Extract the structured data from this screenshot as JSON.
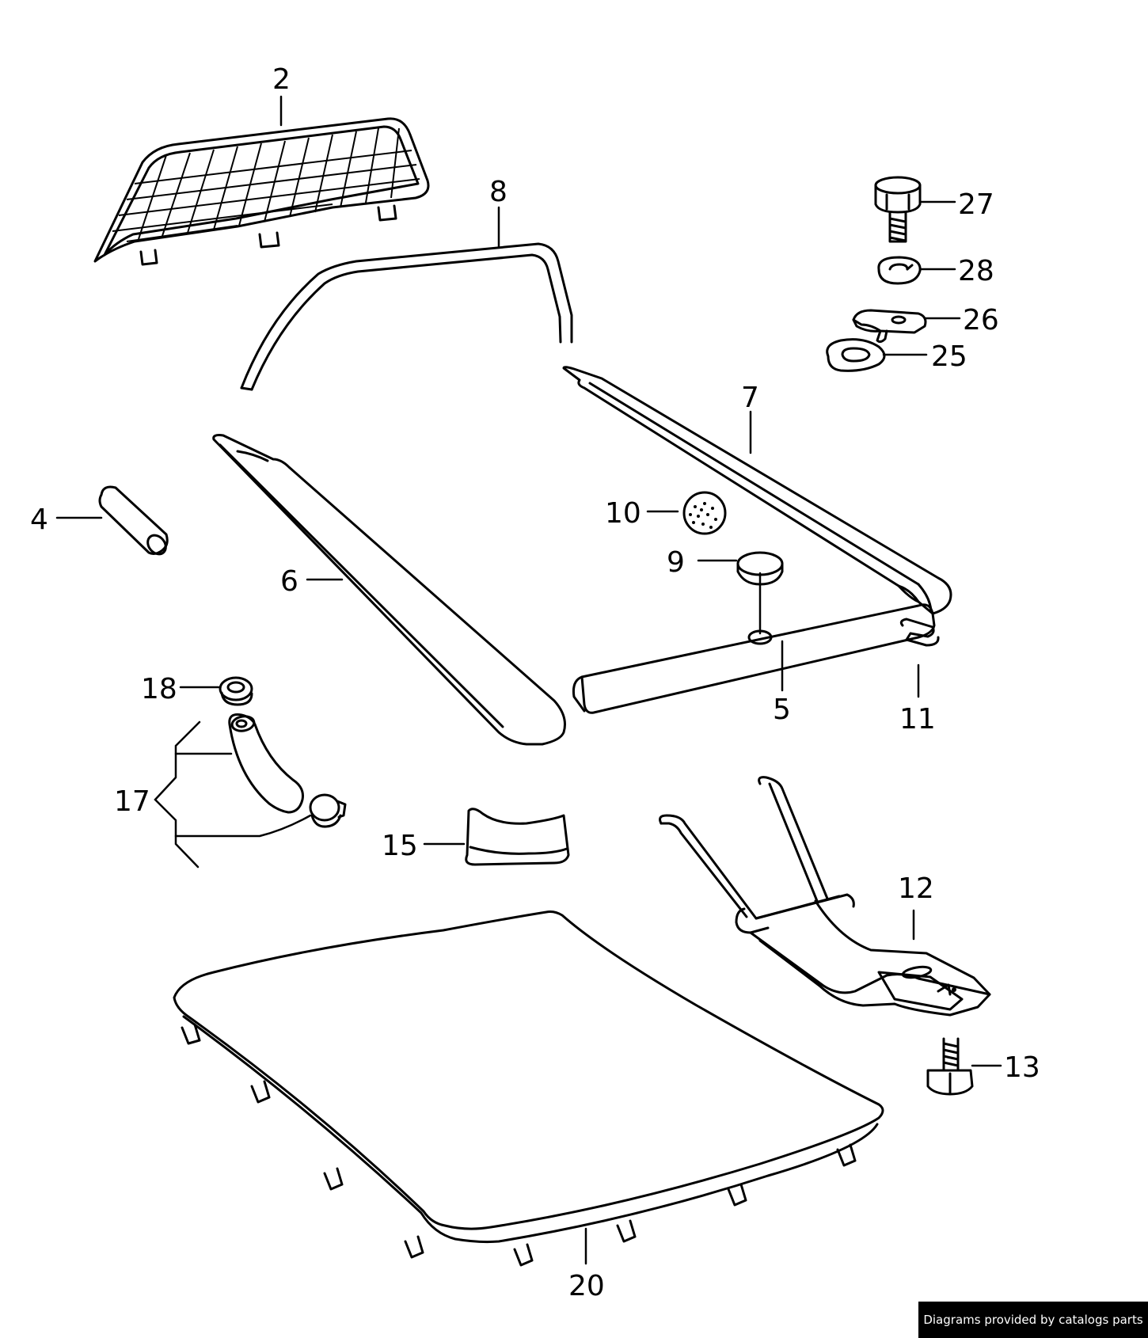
{
  "diagram": {
    "callouts": [
      {
        "id": "2",
        "label": "2"
      },
      {
        "id": "4",
        "label": "4"
      },
      {
        "id": "5",
        "label": "5"
      },
      {
        "id": "6",
        "label": "6"
      },
      {
        "id": "7",
        "label": "7"
      },
      {
        "id": "8",
        "label": "8"
      },
      {
        "id": "9",
        "label": "9"
      },
      {
        "id": "10",
        "label": "10"
      },
      {
        "id": "11",
        "label": "11"
      },
      {
        "id": "12",
        "label": "12"
      },
      {
        "id": "13",
        "label": "13"
      },
      {
        "id": "15",
        "label": "15"
      },
      {
        "id": "17",
        "label": "17"
      },
      {
        "id": "18",
        "label": "18"
      },
      {
        "id": "20",
        "label": "20"
      },
      {
        "id": "25",
        "label": "25"
      },
      {
        "id": "26",
        "label": "26"
      },
      {
        "id": "27",
        "label": "27"
      },
      {
        "id": "28",
        "label": "28"
      }
    ]
  },
  "footer": {
    "credit": "Diagrams provided by catalogs parts"
  },
  "colors": {
    "line": "#000000",
    "background": "#ffffff"
  }
}
